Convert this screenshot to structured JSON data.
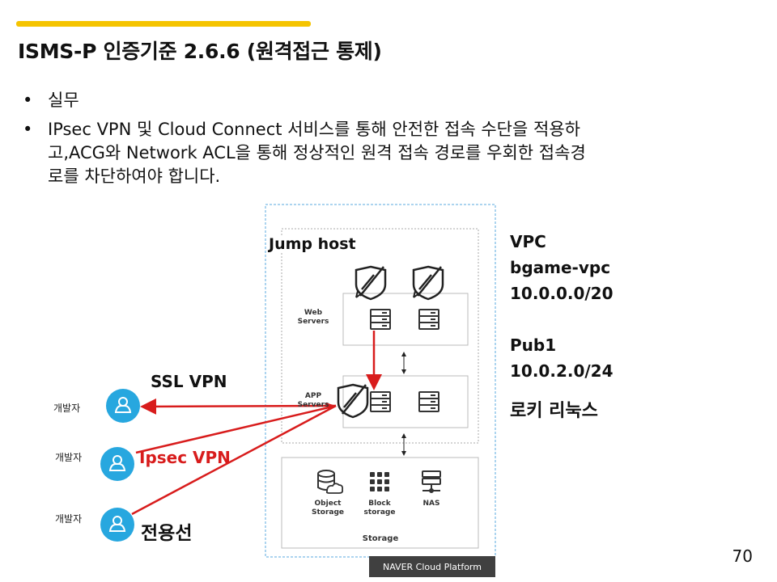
{
  "slide": {
    "title": "ISMS-P 인증기준 2.6.6 (원격접근 통제)",
    "bullets": {
      "b1": "실무",
      "b2_lines": [
        "IPsec VPN 및 Cloud Connect 서비스를 통해 안전한 접속 수단을 적용하",
        "고,ACG와 Network ACL을 통해 정상적인 원격 접속 경로를 우회한 접속경",
        "로를 차단하여야 합니다."
      ]
    },
    "page_number": "70",
    "footer_brand": "NAVER Cloud Platform"
  },
  "diagram": {
    "jump_host": "Jump host",
    "web_servers": [
      "Web",
      "Servers"
    ],
    "app_servers": [
      "APP",
      "Servers"
    ],
    "storage_title": "Storage",
    "storage_items": {
      "object": [
        "Object",
        "Storage"
      ],
      "block": [
        "Block",
        "storage"
      ],
      "nas": "NAS"
    },
    "vpc_info": {
      "l1": "VPC",
      "l2": "bgame-vpc",
      "l3": "10.0.0.0/20",
      "l4": "Pub1",
      "l5": "10.0.2.0/24",
      "l6": "로키 리눅스"
    },
    "developer_label": "개발자",
    "ssl_vpn": "SSL VPN",
    "ipsec_vpn": "Ipsec VPN",
    "dedicated_line": "전용선",
    "colors": {
      "accent": "#f5c400",
      "line_red": "#d81c1c",
      "user_icon_blue": "#27a7df",
      "vpc_border": "#5aaadf",
      "dark_footer": "#404040"
    }
  }
}
